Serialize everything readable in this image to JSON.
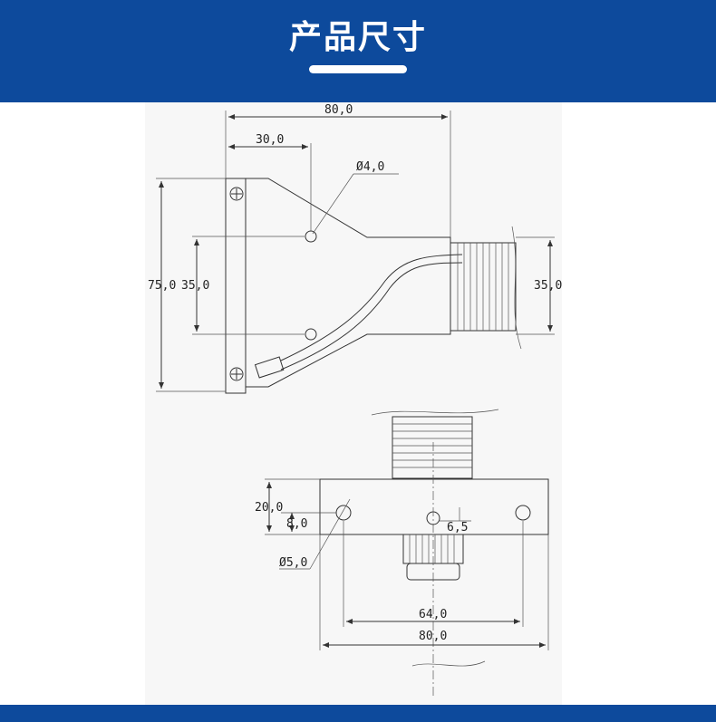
{
  "header": {
    "title": "产品尺寸",
    "background_color": "#0d4a9c",
    "text_color": "#ffffff"
  },
  "drawing": {
    "top_view": {
      "dim_overall_width": "80,0",
      "dim_hole_offset": "30,0",
      "dim_hole_diameter": "Ø4,0",
      "dim_overall_height": "75,0",
      "dim_hole_spacing": "35,0",
      "dim_tube_height": "35,0"
    },
    "front_view": {
      "dim_plate_height": "20,0",
      "dim_hole_height": "8,0",
      "dim_center_hole": "6,5",
      "dim_side_hole": "Ø5,0",
      "dim_hole_pitch": "64,0",
      "dim_plate_width": "80,0"
    }
  },
  "footer": {
    "bar_color": "#0d4a9c"
  }
}
